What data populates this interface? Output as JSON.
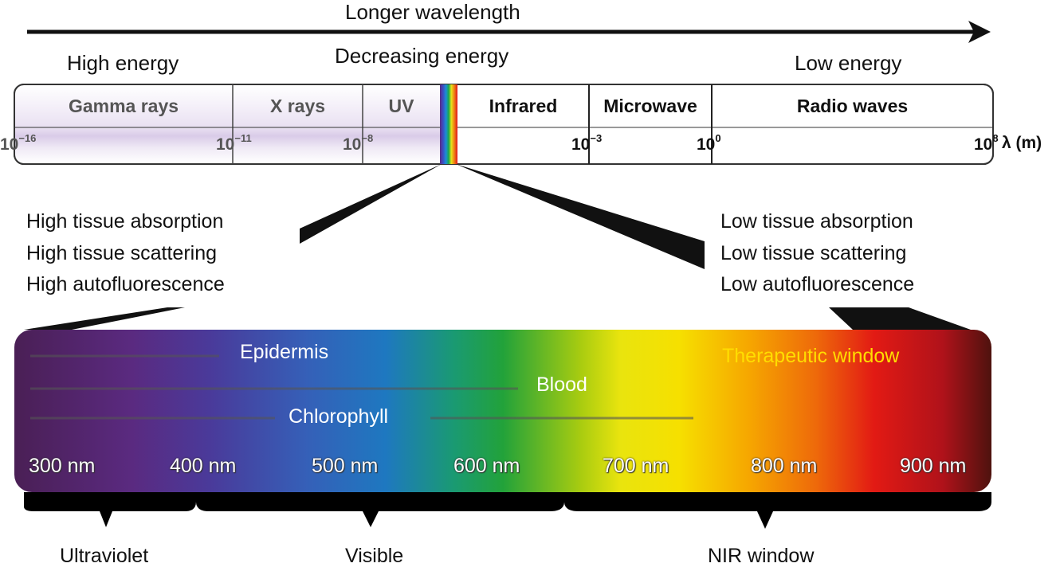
{
  "top": {
    "longer_wavelength": "Longer wavelength",
    "high_energy": "High energy",
    "decreasing_energy": "Decreasing energy",
    "low_energy": "Low energy"
  },
  "spectrum_band": {
    "regions": [
      "Gamma rays",
      "X rays",
      "UV",
      "Infrared",
      "Microwave",
      "Radio waves"
    ],
    "ticks": [
      {
        "base": "10",
        "exp": "−16"
      },
      {
        "base": "10",
        "exp": "−11"
      },
      {
        "base": "10",
        "exp": "−8"
      },
      {
        "base": "10",
        "exp": "−3"
      },
      {
        "base": "10",
        "exp": "0"
      },
      {
        "base": "10",
        "exp": "8"
      }
    ],
    "unit": "λ (m)"
  },
  "left_props": [
    "High tissue absorption",
    "High tissue scattering",
    "High autofluorescence"
  ],
  "right_props": [
    "Low tissue absorption",
    "Low tissue scattering",
    "Low autofluorescence"
  ],
  "visible_bar": {
    "epidermis": "Epidermis",
    "blood": "Blood",
    "chlorophyll": "Chlorophyll",
    "therapeutic_window": "Therapeutic window",
    "wavelengths": [
      "300 nm",
      "400 nm",
      "500 nm",
      "600 nm",
      "700 nm",
      "800 nm",
      "900 nm"
    ]
  },
  "brackets": {
    "ultraviolet": "Ultraviolet",
    "visible": "Visible",
    "nir_window": "NIR window"
  },
  "colors": {
    "therapeutic": "#ffdd00",
    "band_shade": "#e6dcef"
  }
}
